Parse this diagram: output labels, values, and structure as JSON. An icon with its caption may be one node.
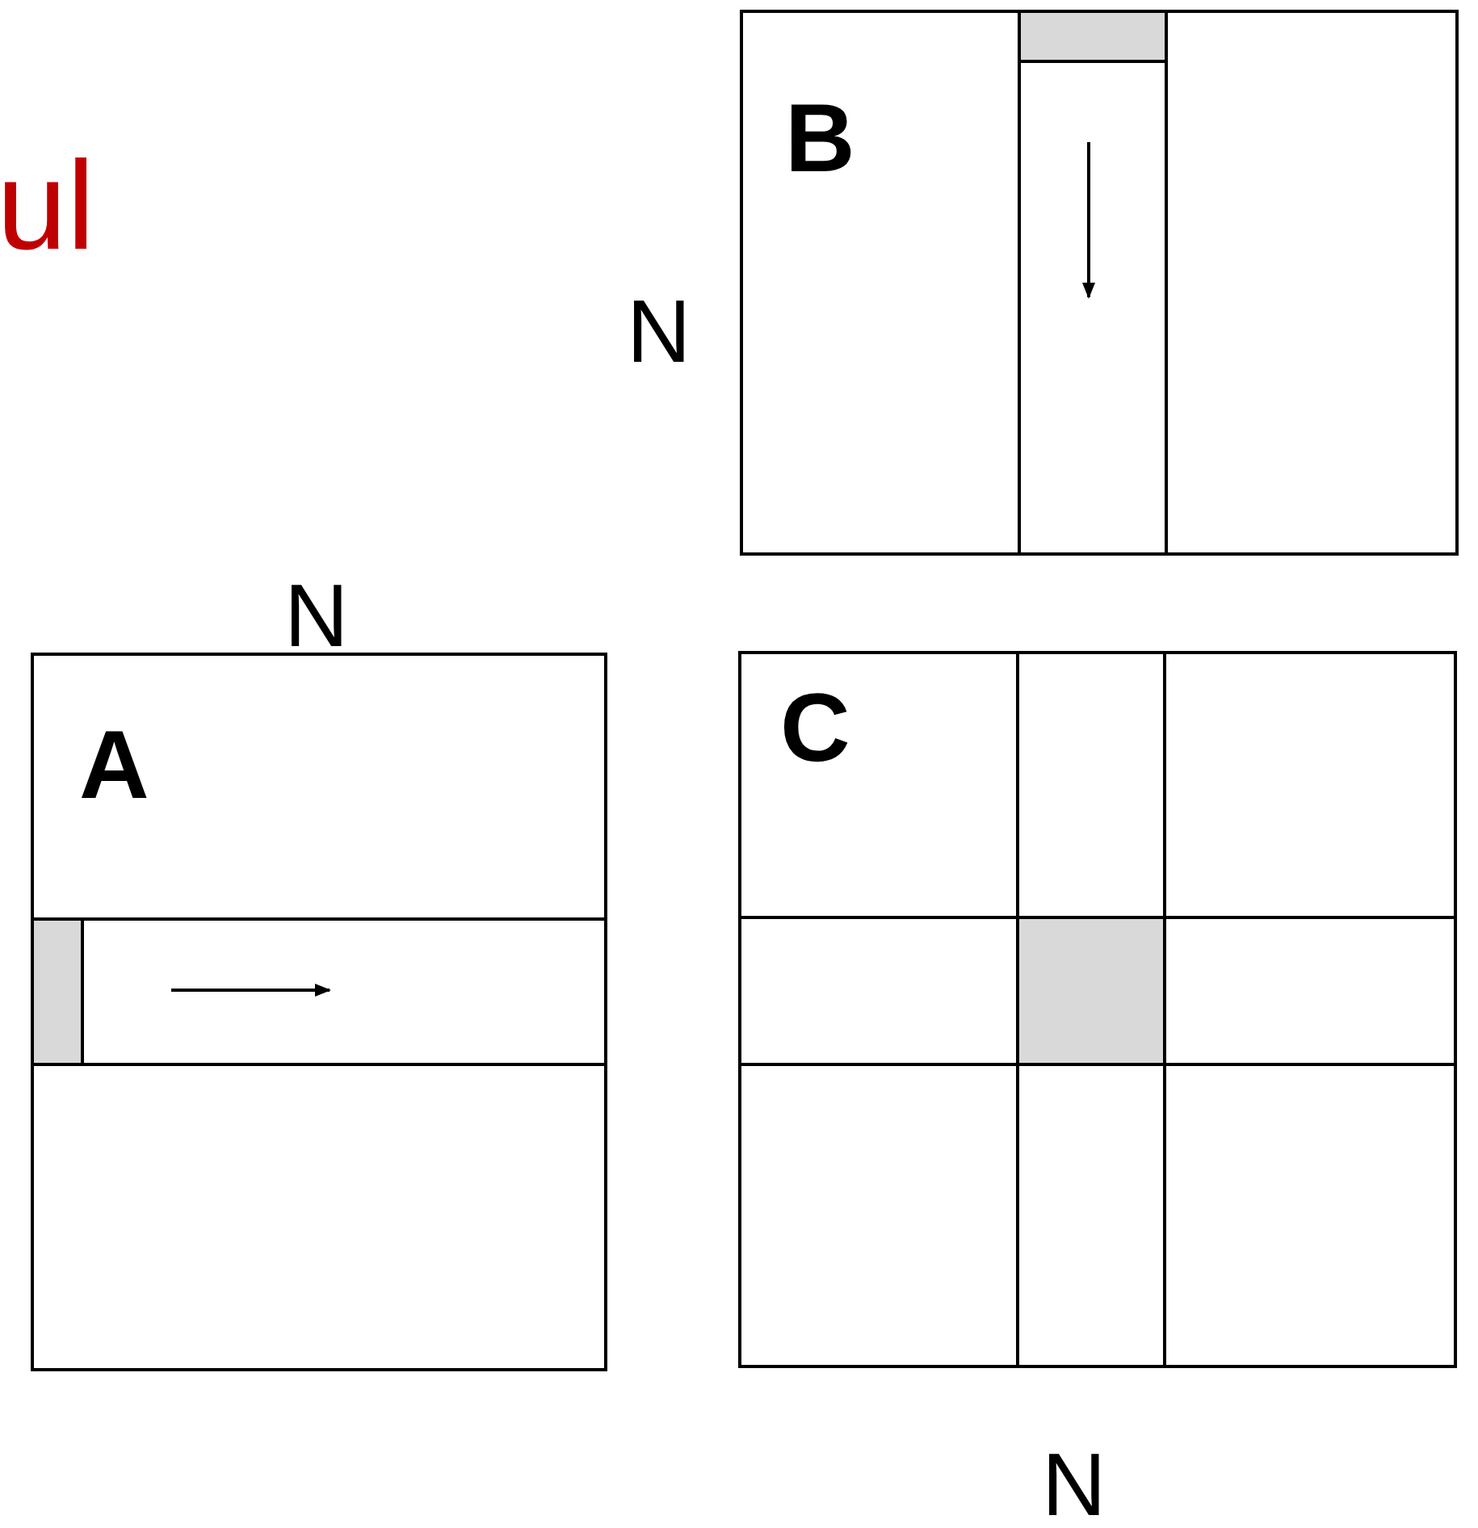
{
  "diagram": {
    "title": "ul",
    "nodes": [
      {
        "text": [
          "A"
        ]
      },
      {
        "text": [
          "B"
        ]
      },
      {
        "text": [
          "C"
        ]
      }
    ],
    "labels": [
      "N",
      "N",
      "N"
    ]
  }
}
